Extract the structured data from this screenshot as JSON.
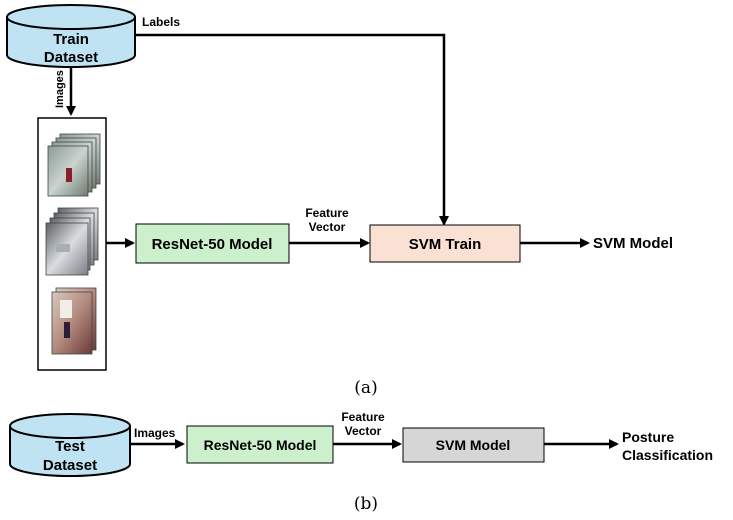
{
  "part_a": {
    "train_dataset_line1": "Train",
    "train_dataset_line2": "Dataset",
    "labels_text": "Labels",
    "images_text": "Images",
    "resnet_label": "ResNet-50 Model",
    "feature_line1": "Feature",
    "feature_line2": "Vector",
    "svm_train_label": "SVM Train",
    "svm_model_output": "SVM Model",
    "caption": "(a)"
  },
  "part_b": {
    "test_dataset_line1": "Test",
    "test_dataset_line2": "Dataset",
    "images_text": "Images",
    "resnet_label": "ResNet-50 Model",
    "feature_line1": "Feature",
    "feature_line2": "Vector",
    "svm_model_label": "SVM Model",
    "output_line1": "Posture",
    "output_line2": "Classification",
    "caption": "(b)"
  },
  "colors": {
    "dataset_fill": "#bfe3f2",
    "resnet_fill": "#ccf0cc",
    "svm_train_fill": "#fbe0d4",
    "svm_model_fill": "#d6d6d6",
    "stroke": "#000000"
  }
}
